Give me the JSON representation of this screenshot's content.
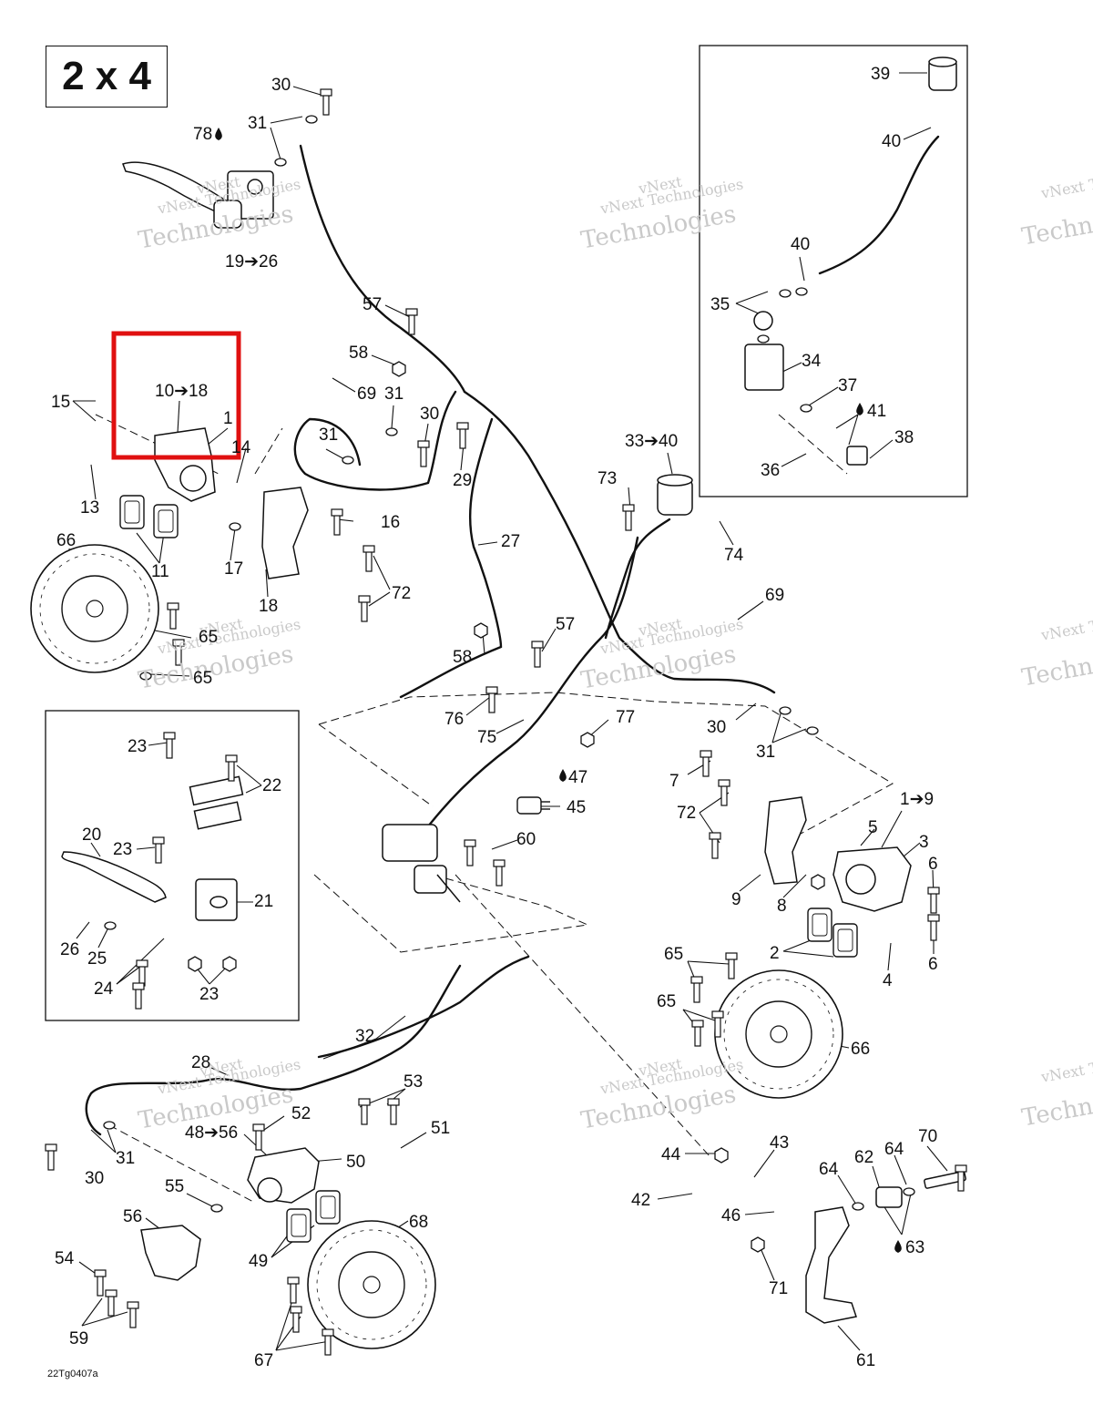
{
  "diagram": {
    "title": "2 x 4",
    "figure_code": "22Tg0407a",
    "watermark_line1": "vNext",
    "watermark_line2": "vNext Technologies",
    "watermark_line3": "Technologies",
    "highlight_color": "#e01010",
    "line_color": "#111111",
    "callouts": {
      "c30a": "30",
      "c31a": "31",
      "c78": "78",
      "c19_26": "19➔26",
      "c57a": "57",
      "c58a": "58",
      "c69a": "69",
      "c31b": "31",
      "c31c": "31",
      "c30b": "30",
      "c29": "29",
      "c15": "15",
      "c10_18": "10➔18",
      "c1a": "1",
      "c14": "14",
      "c13": "13",
      "c11": "11",
      "c17": "17",
      "c16": "16",
      "c18": "18",
      "c72a": "72",
      "c66a": "66",
      "c65a": "65",
      "c65b": "65",
      "c27": "27",
      "c58b": "58",
      "c57b": "57",
      "c76": "76",
      "c75": "75",
      "c77": "77",
      "c33_40": "33➔40",
      "c73": "73",
      "c74": "74",
      "c69b": "69",
      "c30c": "30",
      "c31d": "31",
      "c39": "39",
      "c40a": "40",
      "c40b": "40",
      "c35": "35",
      "c34": "34",
      "c37": "37",
      "c41": "41",
      "c38": "38",
      "c36": "36",
      "c23a": "23",
      "c22": "22",
      "c20": "20",
      "c23b": "23",
      "c21": "21",
      "c26": "26",
      "c25": "25",
      "c24": "24",
      "c23c": "23",
      "c47": "47",
      "c45": "45",
      "c60": "60",
      "c7": "7",
      "c72b": "72",
      "c1_9": "1➔9",
      "c5": "5",
      "c3": "3",
      "c6a": "6",
      "c9": "9",
      "c8": "8",
      "c2": "2",
      "c4": "4",
      "c6b": "6",
      "c65c": "65",
      "c65d": "65",
      "c66b": "66",
      "c32": "32",
      "c28": "28",
      "c53": "53",
      "c52": "52",
      "c51": "51",
      "c48_56": "48➔56",
      "c50": "50",
      "c31e": "31",
      "c30d": "30",
      "c55": "55",
      "c56": "56",
      "c54": "54",
      "c49": "49",
      "c68": "68",
      "c59": "59",
      "c67": "67",
      "c44": "44",
      "c43": "43",
      "c42": "42",
      "c46": "46",
      "c71": "71",
      "c64a": "64",
      "c62": "62",
      "c64b": "64",
      "c70": "70",
      "c63": "63",
      "c61": "61"
    }
  }
}
